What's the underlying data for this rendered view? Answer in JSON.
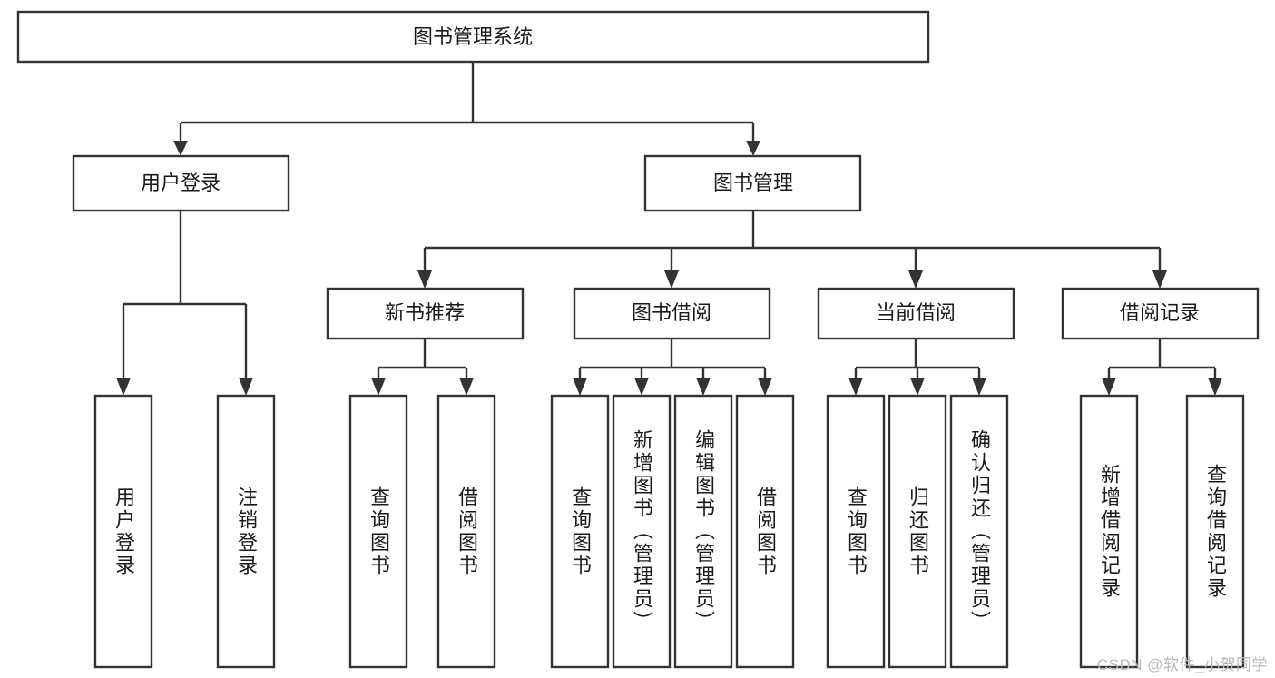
{
  "diagram": {
    "type": "tree-hierarchy",
    "title": "图书管理系统",
    "root": {
      "id": "root",
      "label": "图书管理系统",
      "orientation": "horizontal"
    },
    "level2": [
      {
        "id": "user-login",
        "label": "用户登录",
        "orientation": "horizontal"
      },
      {
        "id": "book-manage",
        "label": "图书管理",
        "orientation": "horizontal"
      }
    ],
    "level3": [
      {
        "id": "new-book-recommend",
        "label": "新书推荐",
        "orientation": "horizontal",
        "parent": "book-manage"
      },
      {
        "id": "book-borrow",
        "label": "图书借阅",
        "orientation": "horizontal",
        "parent": "book-manage"
      },
      {
        "id": "current-borrow",
        "label": "当前借阅",
        "orientation": "horizontal",
        "parent": "book-manage"
      },
      {
        "id": "borrow-record",
        "label": "借阅记录",
        "orientation": "horizontal",
        "parent": "book-manage"
      }
    ],
    "leaves": [
      {
        "id": "leaf-user-login",
        "label": "用户登录",
        "orientation": "vertical",
        "parent": "user-login"
      },
      {
        "id": "leaf-user-logout",
        "label": "注销登录",
        "orientation": "vertical",
        "parent": "user-login"
      },
      {
        "id": "leaf-query-book-1",
        "label": "查询图书",
        "orientation": "vertical",
        "parent": "new-book-recommend"
      },
      {
        "id": "leaf-borrow-book-1",
        "label": "借阅图书",
        "orientation": "vertical",
        "parent": "new-book-recommend"
      },
      {
        "id": "leaf-query-book-2",
        "label": "查询图书",
        "orientation": "vertical",
        "parent": "book-borrow"
      },
      {
        "id": "leaf-add-book-admin",
        "label": "新增图书（管理员）",
        "orientation": "vertical",
        "parent": "book-borrow"
      },
      {
        "id": "leaf-edit-book-admin",
        "label": "编辑图书（管理员）",
        "orientation": "vertical",
        "parent": "book-borrow"
      },
      {
        "id": "leaf-borrow-book-2",
        "label": "借阅图书",
        "orientation": "vertical",
        "parent": "book-borrow"
      },
      {
        "id": "leaf-query-book-3",
        "label": "查询图书",
        "orientation": "vertical",
        "parent": "current-borrow"
      },
      {
        "id": "leaf-return-book",
        "label": "归还图书",
        "orientation": "vertical",
        "parent": "current-borrow"
      },
      {
        "id": "leaf-confirm-return-admin",
        "label": "确认归还（管理员）",
        "orientation": "vertical",
        "parent": "current-borrow"
      },
      {
        "id": "leaf-add-borrow-record",
        "label": "新增借阅记录",
        "orientation": "vertical",
        "parent": "borrow-record"
      },
      {
        "id": "leaf-query-borrow-record",
        "label": "查询借阅记录",
        "orientation": "vertical",
        "parent": "borrow-record"
      }
    ],
    "colors": {
      "stroke": "#333333",
      "fill": "#ffffff",
      "text": "#1a1a1a",
      "watermark": "#b8b8b8",
      "background": "#ffffff"
    }
  },
  "watermark": {
    "text": "CSDN @软件_小贺同学"
  }
}
